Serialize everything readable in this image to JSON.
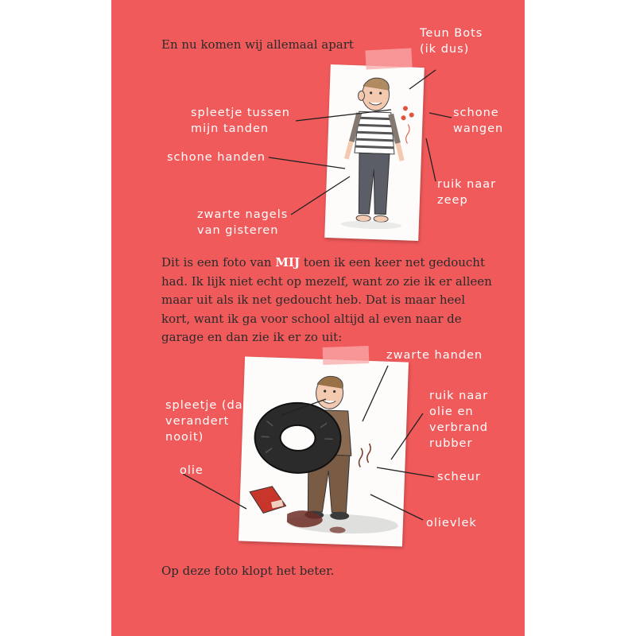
{
  "text": {
    "intro": "En nu komen wij allemaal apart",
    "main_before": "Dit is een foto van ",
    "main_strong": "MIJ",
    "main_after": " toen ik een keer net gedoucht had. Ik lijk niet echt op mezelf, want zo zie ik er alleen maar uit als ik net gedoucht heb. Dat is maar heel kort, want ik ga voor school altijd al even naar de garage en dan zie ik er zo uit:",
    "outro": "Op deze foto klopt het beter."
  },
  "photo1_labels": {
    "teun": "Teun Bots\n(ik dus)",
    "spleetje": "spleetje tussen\nmijn tanden",
    "wangen": "schone\nwangen",
    "handen": "schone handen",
    "zeep": "ruik naar\nzeep",
    "nagels": "zwarte nagels\nvan gisteren"
  },
  "photo2_labels": {
    "zwarte_handen": "zwarte handen",
    "spleetje": "spleetje (dat\nverandert\nnooit)",
    "olie_rubber": "ruik naar\nolie en\nverbrand\nrubber",
    "olie": "olie",
    "scheur": "scheur",
    "olievlek": "olievlek"
  },
  "colors": {
    "page_background": "#f15a5b",
    "body_text": "#2b2b2b",
    "label_text": "#ffffff"
  }
}
